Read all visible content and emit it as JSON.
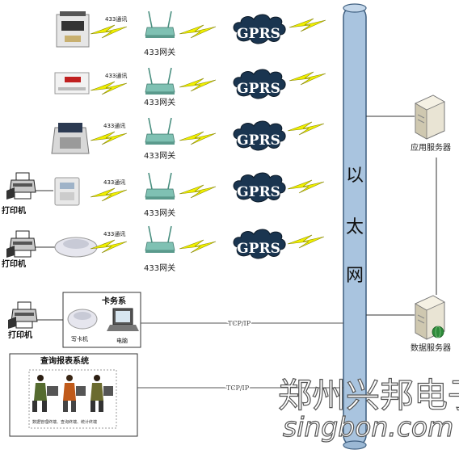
{
  "labels": {
    "link_433": "433通讯",
    "gateway": "433网关",
    "gprs": "GPRS",
    "printer": "打印机",
    "card_system": "卡务系",
    "card_writer": "写卡机",
    "computer": "电脑",
    "query_system": "查询报表系统",
    "query_caption": "数据管理终端、查询终端、统计终端",
    "tcpip": "TCP/IP",
    "app_server": "应用服务器",
    "db_server": "数据服务器"
  },
  "ethernet_chars": [
    "以",
    "太",
    "网"
  ],
  "watermark": {
    "line1": "郑州兴邦电子",
    "line2": "singbon.com"
  },
  "colors": {
    "bolt": "#f0f000",
    "bolt_stroke": "#8a8a00",
    "cloud": "#1a3550",
    "ethernet_fill": "#a9c4df",
    "ethernet_stroke": "#3f5f80",
    "gateway": "#7fc1b3"
  }
}
